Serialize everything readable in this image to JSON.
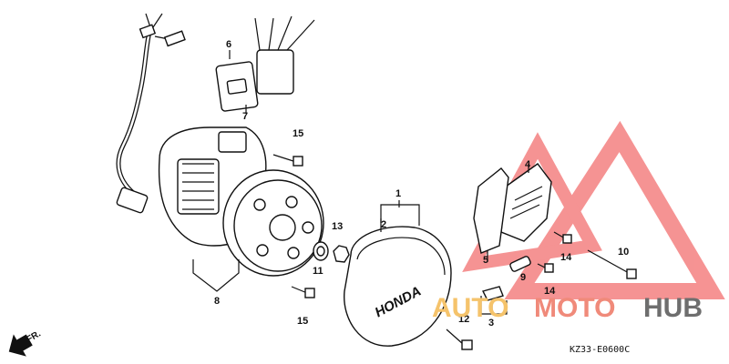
{
  "diagram": {
    "callouts": [
      "1",
      "2",
      "3",
      "4",
      "5",
      "6",
      "7",
      "8",
      "9",
      "10",
      "11",
      "12",
      "13",
      "14",
      "14",
      "15",
      "15"
    ],
    "cover_logo": "HONDA",
    "diagram_code": "KZ33-E0600C",
    "direction_label": "FR."
  },
  "watermark": {
    "auto": "AUTO",
    "moto": "MOTO",
    "hub": "HUB",
    "colors": {
      "auto": "#f5c36b",
      "moto": "#f08a7a",
      "hub": "#6e6e6e",
      "triangle": "#ee3b3b"
    }
  }
}
